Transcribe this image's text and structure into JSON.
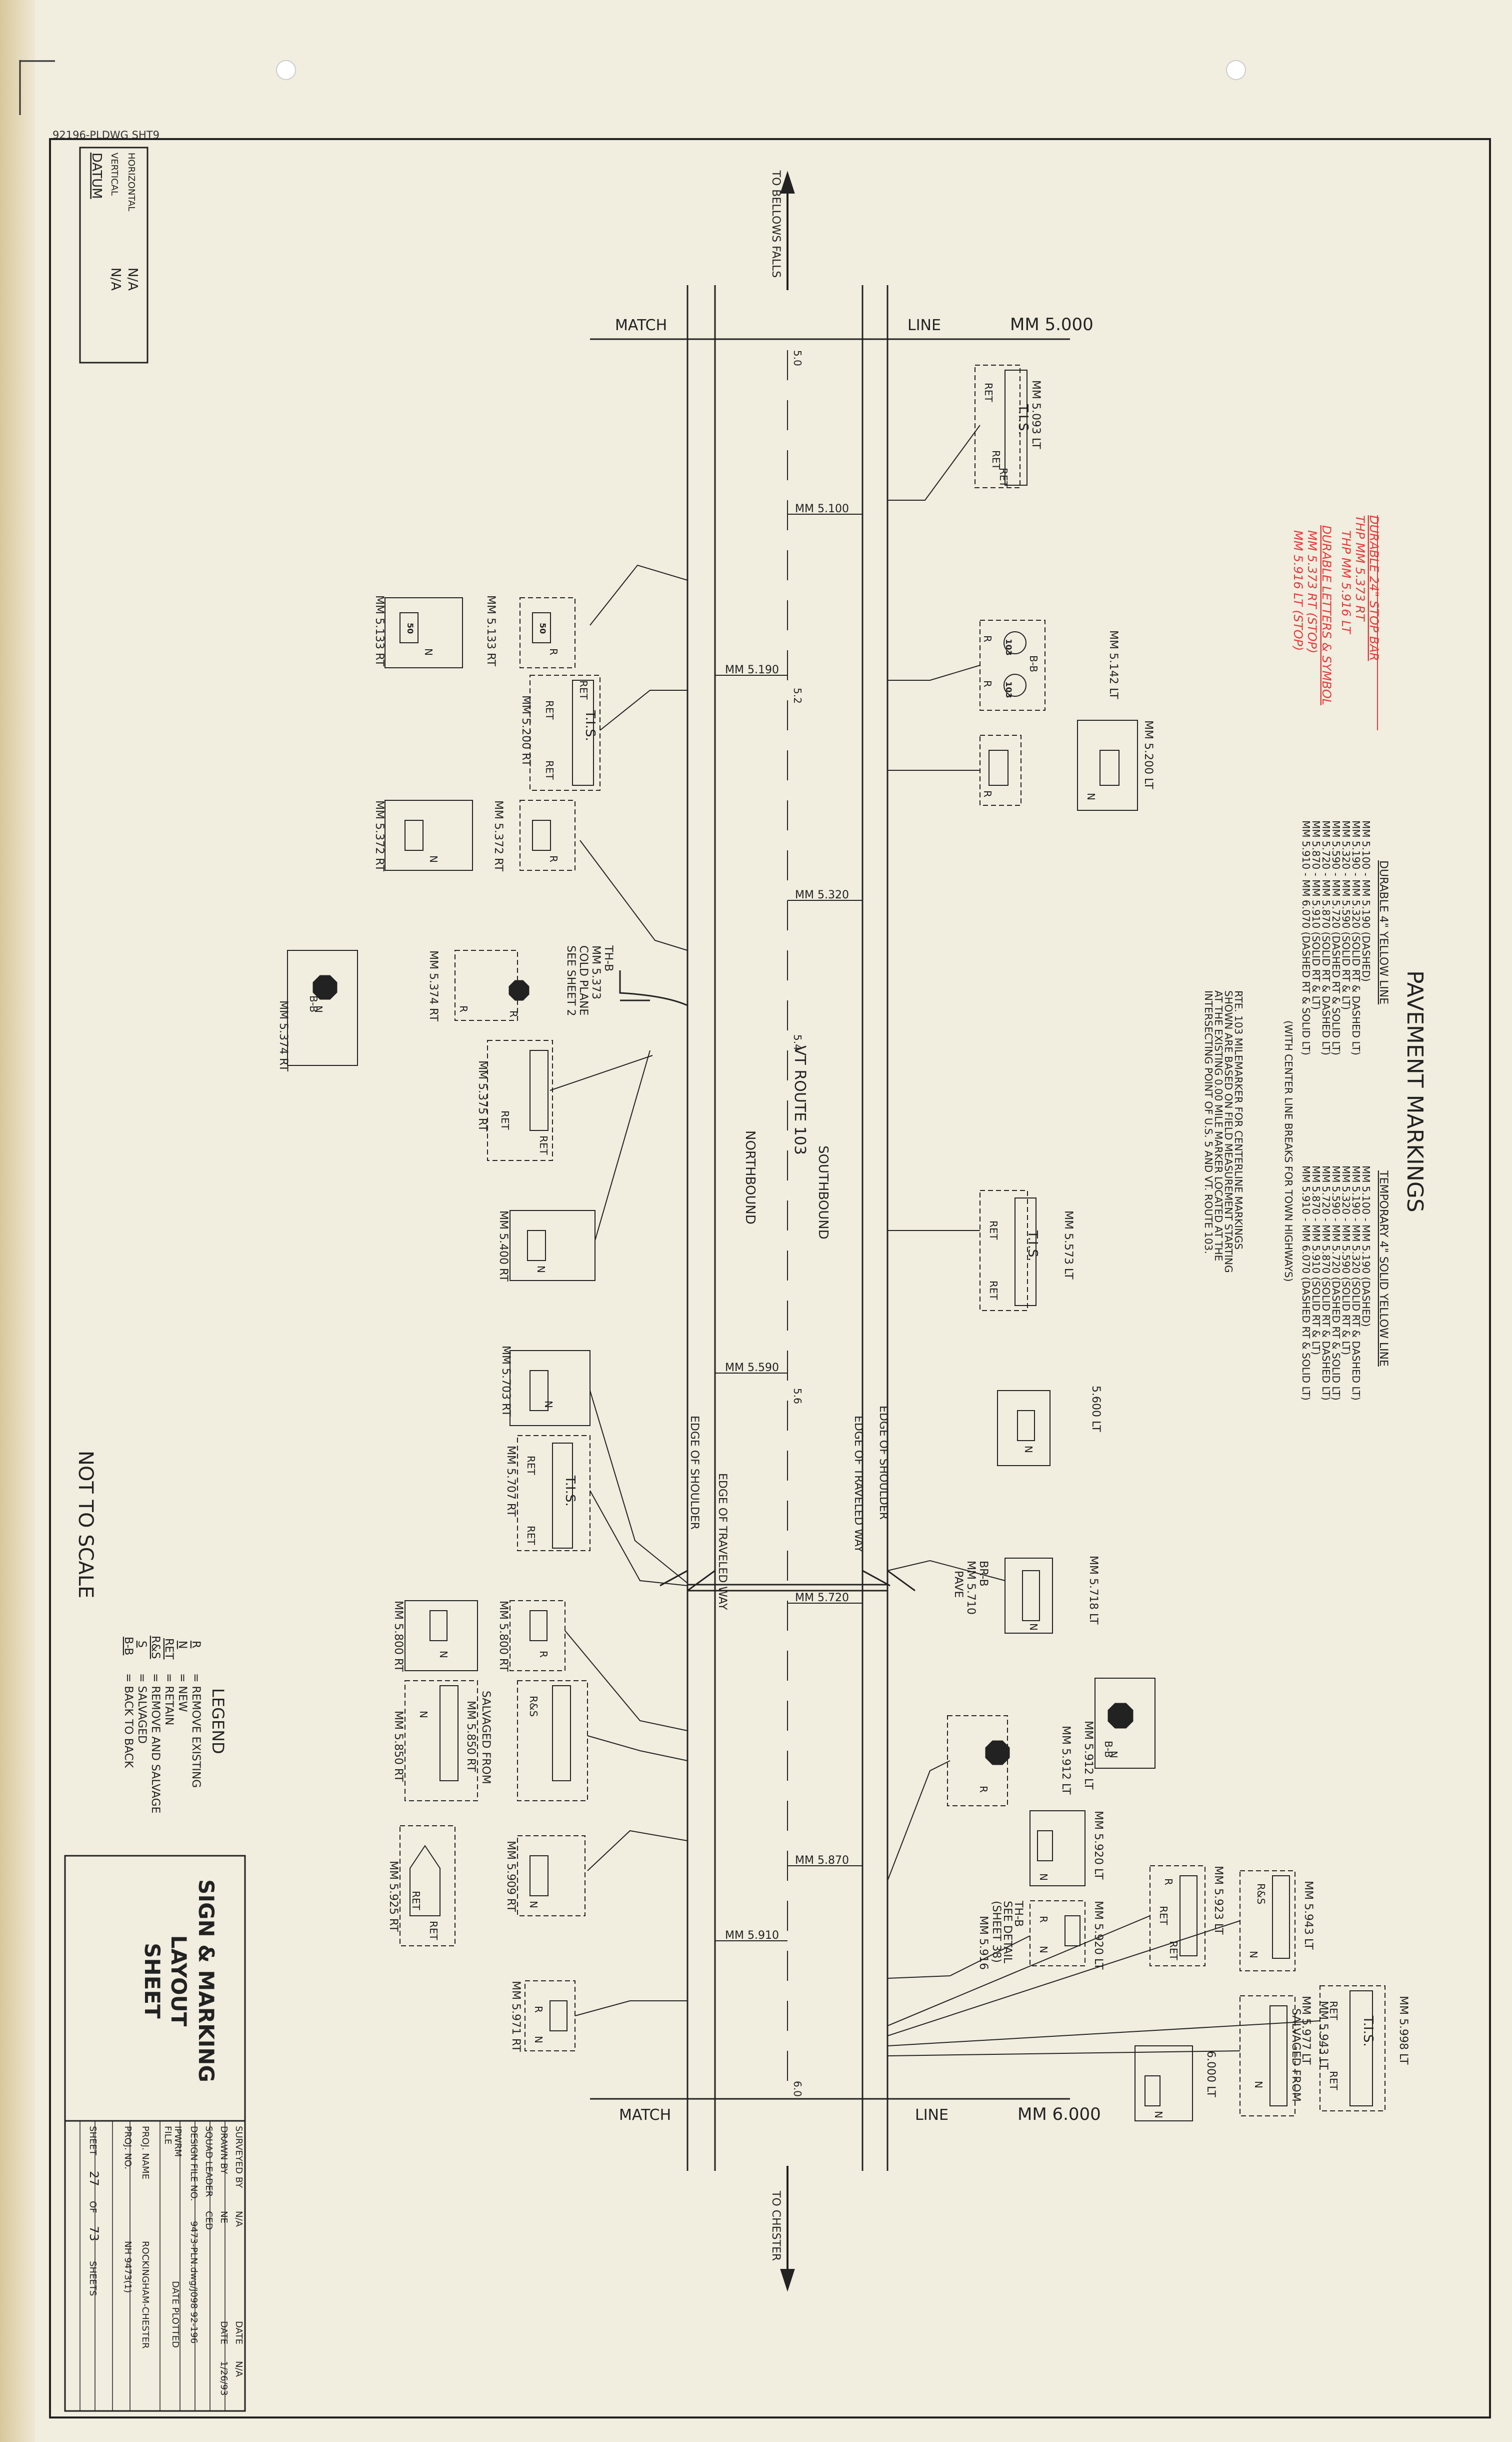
{
  "file_code": "92196-PLDWG SHT9",
  "datum": {
    "title": "DATUM",
    "vertical_label": "VERTICAL",
    "vertical_value": "N/A",
    "horizontal_label": "HORIZONTAL",
    "horizontal_value": "N/A"
  },
  "directions": {
    "north": "TO BELLOWS FALLS",
    "south": "TO CHESTER"
  },
  "match_lines": {
    "top": {
      "match": "MATCH",
      "line": "LINE",
      "mm": "MM 5.000"
    },
    "bottom": {
      "match": "MATCH",
      "line": "LINE",
      "mm": "MM 6.000"
    }
  },
  "road": {
    "route": "VT ROUTE 103",
    "northbound": "NORTHBOUND",
    "southbound": "SOUTHBOUND",
    "edge_shoulder": "EDGE OF SHOULDER",
    "edge_traveled": "EDGE OF TRAVELED WAY",
    "stations": [
      "5.0",
      "5.2",
      "5.4",
      "5.6",
      "6.0"
    ],
    "mm_marks": [
      "MM 5.100",
      "MM 5.190",
      "MM 5.320",
      "MM 5.590",
      "MM 5.720",
      "MM 5.870",
      "MM 5.910"
    ]
  },
  "pavement_markings": {
    "title": "PAVEMENT MARKINGS",
    "durable_header": "DURABLE 4\" YELLOW LINE",
    "temporary_header": "TEMPORARY 4\" SOLID YELLOW LINE",
    "rows": [
      "MM 5.100 - MM 5.190 (DASHED)",
      "MM 5.190 - MM 5.320 (SOLID RT & DASHED LT)",
      "MM 5.320 - MM 5.590 (SOLID RT & LT)",
      "MM 5.590 - MM 5.720 (DASHED RT & SOLID LT)",
      "MM 5.720 - MM 5.870 (SOLID RT & DASHED LT)",
      "MM 5.870 - MM 5.910 (SOLID RT & LT)",
      "MM 5.910 - MM 6.070 (DASHED RT & SOLID LT)"
    ],
    "note": "(WITH CENTER LINE BREAKS FOR TOWN HIGHWAYS)",
    "rte_note": [
      "RTE. 103 MILEMARKER FOR CENTERLINE MARKINGS",
      "SHOWN ARE BASED ON FIELD MEASUREMENT STARTING",
      "AT THE EXISTING 0.00 MILE MARKER LOCATED AT THE",
      "INTERSECTING POINT OF U.S. 5 AND VT. ROUTE 103."
    ]
  },
  "red_notes": [
    "DURABLE 24\" STOP BAR",
    "THP MM 5.373 RT",
    "THP MM 5.916 LT",
    "DURABLE LETTERS & SYMBOL",
    "MM 5.373 RT (STOP)",
    "MM 5.916 LT (STOP)"
  ],
  "signs": {
    "labels": [
      "MM 5.093 LT",
      "MM 5.133 RT",
      "MM 5.133 RT",
      "MM 5.142 LT",
      "MM 5.200 RT",
      "MM 5.200 LT",
      "MM 5.372 RT",
      "MM 5.372 RT",
      "MM 5.374 RT",
      "MM 5.374 RT",
      "MM 5.375 RT",
      "MM 5.400 RT",
      "MM 5.573 LT",
      "5.600 LT",
      "MM 5.703 RT",
      "MM 5.707 RT",
      "MM 5.710",
      "MM 5.718 LT",
      "MM 5.800 RT",
      "MM 5.800 RT",
      "MM 5.850 RT",
      "MM 5.850 RT",
      "MM 5.909 RT",
      "MM 5.912 LT",
      "MM 5.912 LT",
      "MM 5.916",
      "MM 5.920 LT",
      "MM 5.920 LT",
      "MM 5.923 LT",
      "MM 5.925 RT",
      "MM 5.943 LT",
      "MM 5.943 LT",
      "MM 5.971 RT",
      "MM 5.977 LT",
      "MM 5.998 LT",
      "6.000 LT"
    ],
    "tis": "T.I.S.",
    "ret": "RET",
    "r": "R",
    "n": "N",
    "bb": "B-B",
    "rs": "R&S",
    "route": "103",
    "speed": "50",
    "stop": "STOP",
    "cold_plane": [
      "TH-B",
      "MM 5.373",
      "COLD PLANE",
      "SEE SHEET 2"
    ],
    "salvaged_from": "SALVAGED FROM",
    "see_detail": [
      "TH-B",
      "SEE DETAIL",
      "(SHEET 38)"
    ],
    "br_b": "BR-B",
    "pave": "PAVE"
  },
  "not_to_scale": "NOT TO SCALE",
  "legend": {
    "title": "LEGEND",
    "items": [
      {
        "code": "R",
        "text": "= REMOVE EXISTING"
      },
      {
        "code": "N",
        "text": "= NEW"
      },
      {
        "code": "RET",
        "text": "= RETAIN"
      },
      {
        "code": "R&S",
        "text": "= REMOVE AND SALVAGE"
      },
      {
        "code": "S",
        "text": "= SALVAGED"
      },
      {
        "code": "B-B",
        "text": "= BACK TO BACK"
      }
    ]
  },
  "title_block": {
    "title": [
      "SIGN & MARKING",
      "LAYOUT",
      "SHEET"
    ],
    "surveyed_by": "SURVEYED BY",
    "surveyed_val": "N/A",
    "date1_label": "DATE",
    "date1_val": "N/A",
    "drawn_by": "DRAWN BY",
    "drawn_val": "NE",
    "date2_label": "DATE",
    "date2_val": "1/26/93",
    "squad_leader": "SQUAD LEADER",
    "squad_val": "CED",
    "design_file": "DESIGN FILE NO.",
    "design_val": "9473-PLN.dwg/J098 92-196",
    "ipwrm": "IPWRM",
    "file": "FILE",
    "date_plotted": "DATE PLOTTED",
    "proj_name": "PROJ. NAME",
    "proj_name_val": "ROCKINGHAM-CHESTER",
    "proj_no": "PROJ. NO.",
    "proj_no_val": "NH 9473(1)",
    "sheet": "SHEET",
    "sheet_no": "27",
    "of": "OF",
    "sheet_total": "73",
    "sheets": "SHEETS"
  }
}
